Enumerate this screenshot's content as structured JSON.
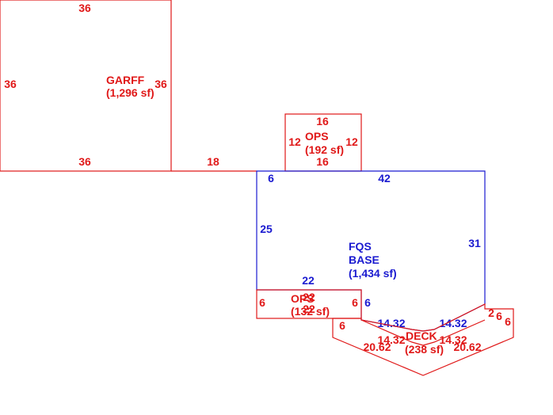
{
  "colors": {
    "red": "#e01818",
    "blue": "#1a1ad0"
  },
  "areas": {
    "garff": {
      "name": "GARFF",
      "area": "(1,296 sf)",
      "top": "36",
      "left": "36",
      "right": "36",
      "bottom": "36"
    },
    "connector": {
      "length": "18"
    },
    "ops_top": {
      "name": "OPS",
      "area": "(192 sf)",
      "top": "16",
      "left": "12",
      "right": "12",
      "bottom": "16"
    },
    "fqs_base": {
      "name1": "FQS",
      "name2": "BASE",
      "area": "(1,434 sf)",
      "top_left": "6",
      "top": "42",
      "left": "25",
      "right": "31",
      "inner_top": "22",
      "inner_right": "6",
      "diag_left": "14.32",
      "diag_right": "14.32"
    },
    "ops_bottom": {
      "name": "OPS",
      "area": "(132 sf)",
      "top": "22",
      "bottom": "22",
      "left": "6",
      "right": "6"
    },
    "deck": {
      "name": "DECK",
      "area": "(238 sf)",
      "left_top": "6",
      "right_top": "2",
      "right_side": "6",
      "right_top2": "6",
      "inner_left": "14.32",
      "inner_right": "14.32",
      "lower_left": "20.62",
      "lower_right": "20.62"
    }
  }
}
